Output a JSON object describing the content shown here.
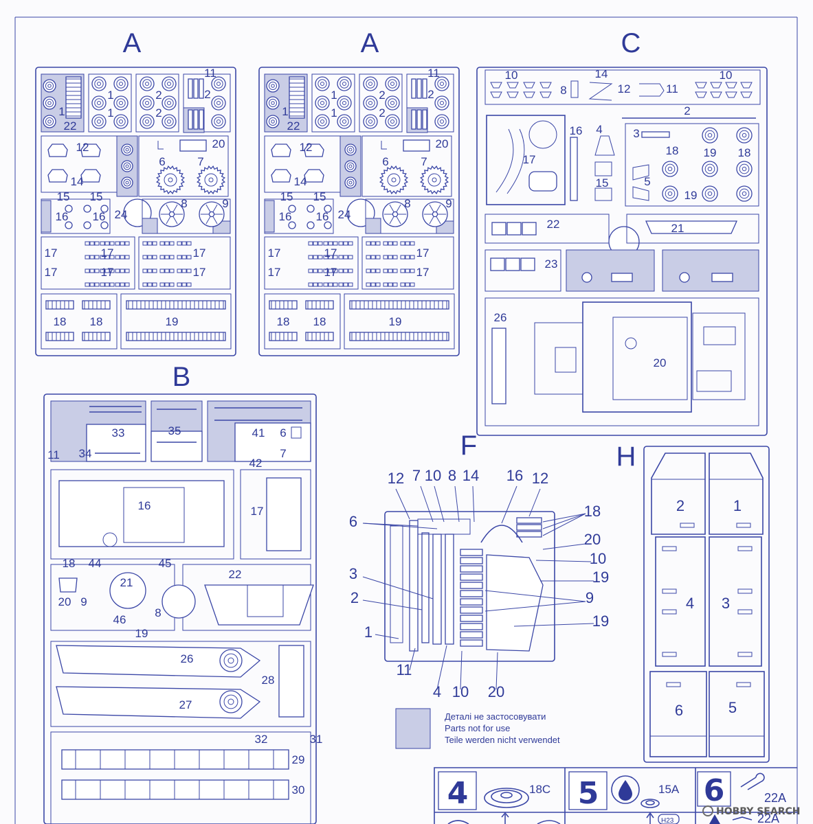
{
  "sprues": {
    "a1": {
      "letter": "A",
      "labels": [
        "11",
        "1",
        "1",
        "2",
        "2",
        "2",
        "1",
        "22",
        "12",
        "14",
        "20",
        "6",
        "7",
        "15",
        "15",
        "16",
        "16",
        "24",
        "8",
        "9",
        "17",
        "17",
        "17",
        "17",
        "17",
        "17",
        "18",
        "18",
        "19"
      ]
    },
    "a2": {
      "letter": "A",
      "labels": [
        "11",
        "1",
        "1",
        "2",
        "2",
        "2",
        "1",
        "22",
        "12",
        "14",
        "20",
        "6",
        "7",
        "15",
        "15",
        "16",
        "16",
        "24",
        "8",
        "9",
        "17",
        "17",
        "17",
        "17",
        "17",
        "17",
        "18",
        "18",
        "19"
      ]
    },
    "c": {
      "letter": "C",
      "labels": [
        "10",
        "14",
        "10",
        "8",
        "12",
        "11",
        "2",
        "16",
        "4",
        "3",
        "18",
        "19",
        "18",
        "17",
        "15",
        "5",
        "19",
        "22",
        "21",
        "23",
        "26",
        "20"
      ]
    },
    "b": {
      "letter": "B",
      "labels": [
        "33",
        "35",
        "41",
        "6",
        "11",
        "34",
        "42",
        "7",
        "16",
        "17",
        "18",
        "44",
        "45",
        "21",
        "22",
        "20",
        "9",
        "46",
        "8",
        "19",
        "26",
        "28",
        "27",
        "32",
        "31",
        "29",
        "30"
      ]
    },
    "f": {
      "letter": "F",
      "labels": [
        "12",
        "7",
        "10",
        "8",
        "14",
        "16",
        "12",
        "6",
        "18",
        "20",
        "10",
        "3",
        "19",
        "2",
        "9",
        "19",
        "1",
        "11",
        "4",
        "10",
        "20"
      ]
    },
    "h": {
      "letter": "H",
      "labels": [
        "2",
        "1",
        "4",
        "3",
        "6",
        "5"
      ]
    }
  },
  "legend": {
    "line1": "Деталі не застосовувати",
    "line2": "Parts not for use",
    "line3": "Teile werden nicht verwendet"
  },
  "steps": [
    {
      "number": "4",
      "part": "18C"
    },
    {
      "number": "5",
      "part": "15A"
    },
    {
      "number": "6",
      "part": "22A",
      "part2": "22A",
      "tag": "H23"
    }
  ],
  "watermark": "HOBBY SEARCH",
  "colors": {
    "ink": "#3a46a6",
    "shade": "#c9cde6"
  }
}
